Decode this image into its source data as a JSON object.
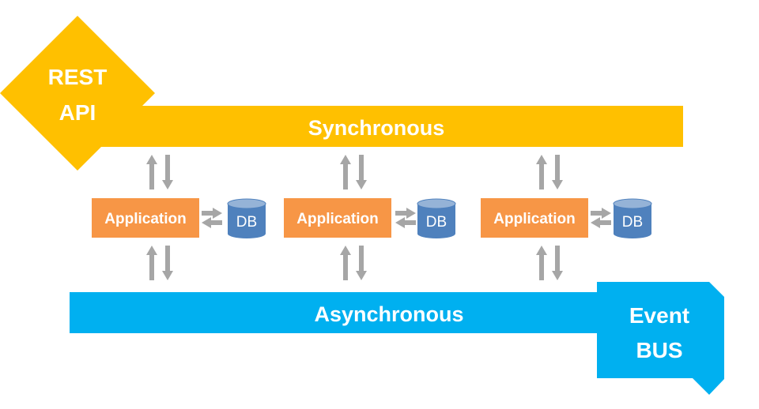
{
  "sync_bus": {
    "label": "Synchronous"
  },
  "async_bus": {
    "label": "Asynchronous"
  },
  "rest_api": {
    "line1": "REST",
    "line2": "API"
  },
  "event_bus": {
    "line1": "Event",
    "line2": "BUS"
  },
  "services": [
    {
      "app_label": "Application",
      "db_label": "DB"
    },
    {
      "app_label": "Application",
      "db_label": "DB"
    },
    {
      "app_label": "Application",
      "db_label": "DB"
    }
  ],
  "colors": {
    "sync": "#FFC000",
    "async": "#00B0F0",
    "application": "#F79646",
    "db": "#4F81BD",
    "arrow": "#A6A6A6"
  }
}
